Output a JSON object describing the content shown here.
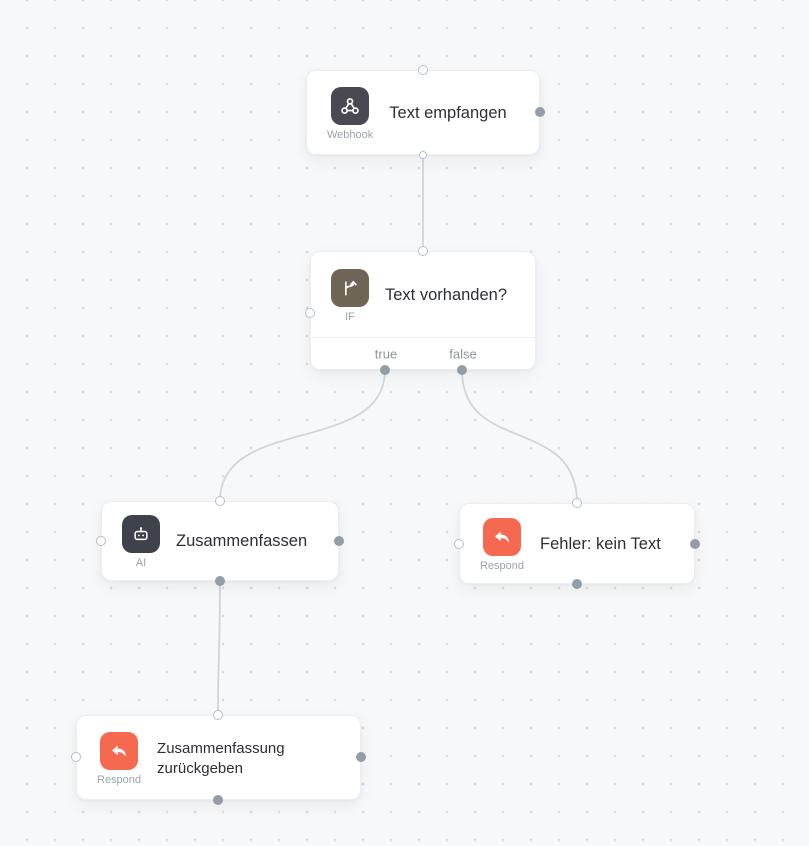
{
  "canvas": {
    "background": "#f7f8f9",
    "grid_dot_color": "#d8dbde",
    "edge_color": "#cfd5da"
  },
  "nodes": [
    {
      "title": "Text empfangen",
      "type_label": "Webhook",
      "icon": "webhook-icon",
      "icon_bg": "#4a4953"
    },
    {
      "title": "Text vorhanden?",
      "type_label": "IF",
      "icon": "branch-icon",
      "icon_bg": "#6f6557",
      "outputs": {
        "true_label": "true",
        "false_label": "false"
      }
    },
    {
      "title": "Zusammenfassen",
      "type_label": "AI",
      "icon": "robot-icon",
      "icon_bg": "#3e424b"
    },
    {
      "title": "Fehler: kein Text",
      "type_label": "Respond",
      "icon": "reply-icon",
      "icon_bg": "#f4694f"
    },
    {
      "title": "Zusammenfassung zurückgeben",
      "type_label": "Respond",
      "icon": "reply-icon",
      "icon_bg": "#f4694f"
    }
  ]
}
